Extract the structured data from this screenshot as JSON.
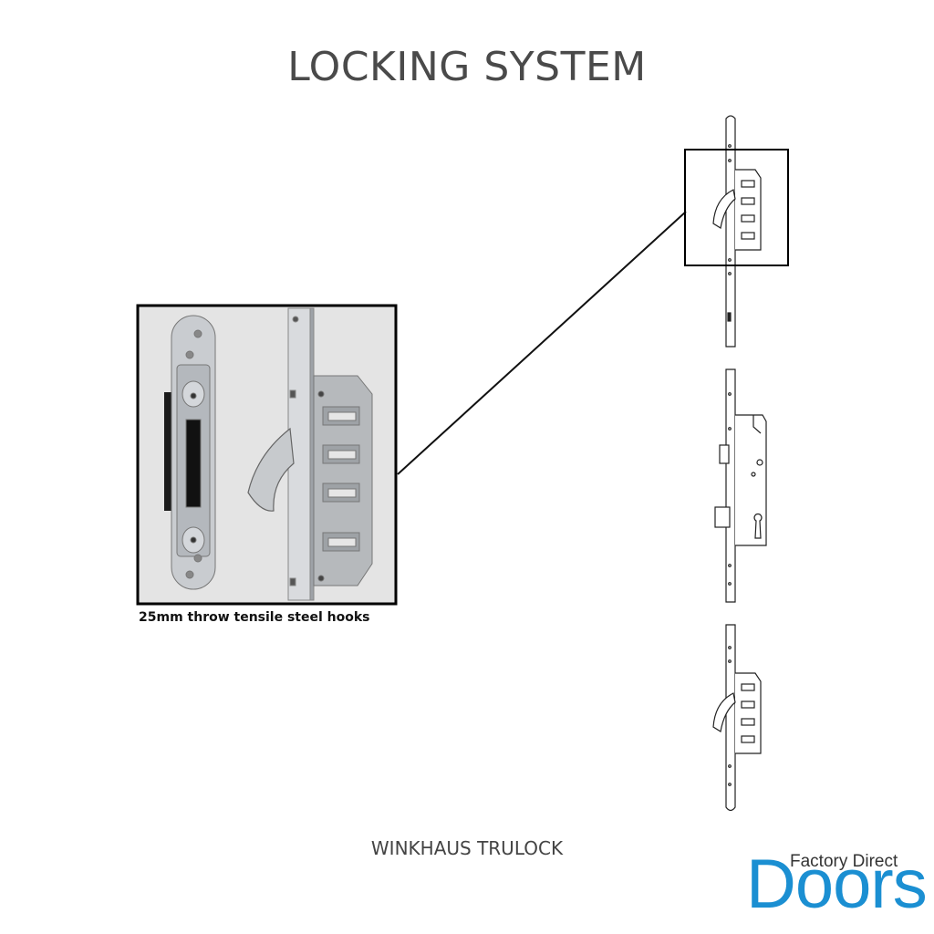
{
  "title": "LOCKING SYSTEM",
  "detail_caption": "25mm throw tensile steel hooks",
  "product_name": "WINKHAUS TRULOCK",
  "logo": {
    "top_text": "Factory Direct",
    "main_text": "Doors",
    "color": "#1b8fd2"
  },
  "colors": {
    "title": "#4a4a4a",
    "outline": "#222222",
    "frame": "#000000"
  }
}
